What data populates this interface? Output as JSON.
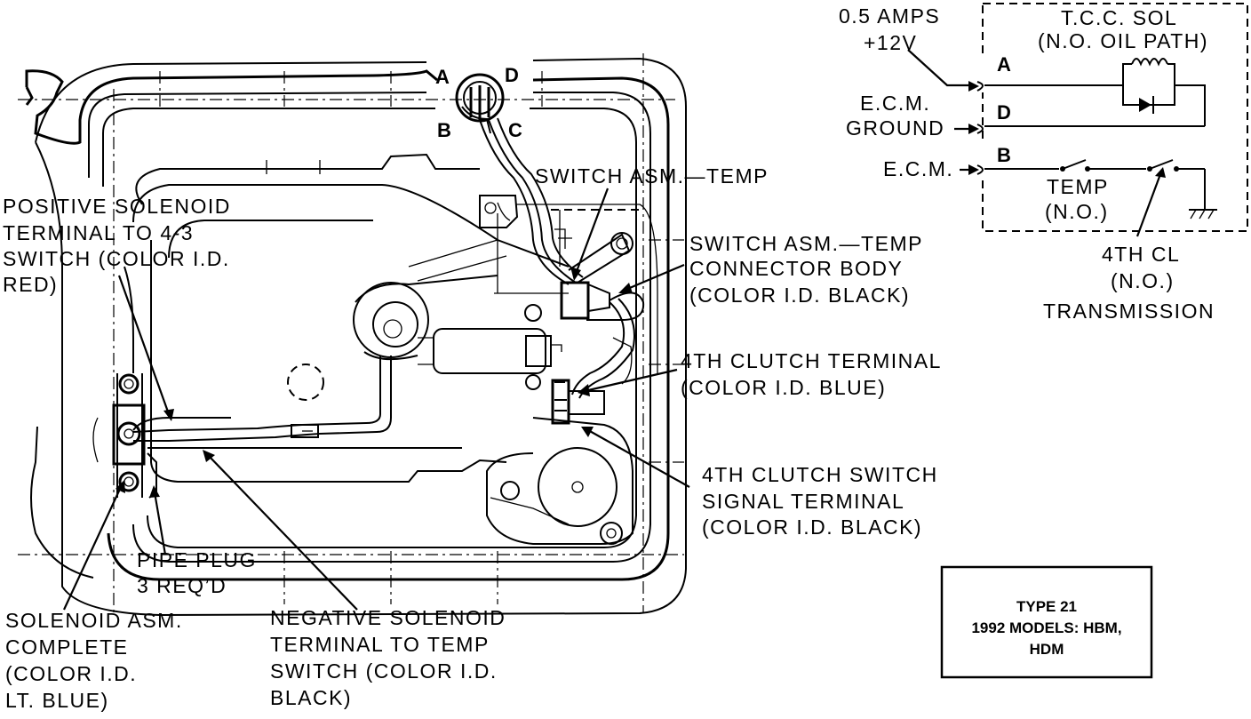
{
  "pan_labels": {
    "switch_temp": [
      "SWITCH ASM.—TEMP"
    ],
    "connector_body": [
      "SWITCH ASM.—TEMP",
      "CONNECTOR BODY",
      "(COLOR I.D. BLACK)"
    ],
    "positive_terminal": [
      "POSITIVE SOLENOID",
      "TERMINAL TO 4-3",
      "SWITCH (COLOR I.D.",
      "RED)"
    ],
    "clutch_terminal": [
      "4TH CLUTCH TERMINAL",
      "(COLOR I.D. BLUE)"
    ],
    "clutch_switch_signal": [
      "4TH CLUTCH SWITCH",
      "SIGNAL TERMINAL",
      "(COLOR I.D. BLACK)"
    ],
    "pipe_plug": [
      "PIPE PLUG",
      "3 REQ’D"
    ],
    "solenoid_asm": [
      "SOLENOID ASM.",
      "COMPLETE",
      "(COLOR I.D.",
      "LT. BLUE)"
    ],
    "negative_terminal": [
      "NEGATIVE SOLENOID",
      "TERMINAL TO TEMP",
      "SWITCH (COLOR I.D.",
      "BLACK)"
    ]
  },
  "connector_pins": [
    "A",
    "D",
    "B",
    "C"
  ],
  "schematic": {
    "supply": [
      "0.5 AMPS",
      "+12V"
    ],
    "ecm_ground": [
      "E.C.M.",
      "GROUND"
    ],
    "ecm": "E.C.M.",
    "solenoid_title": [
      "T.C.C. SOL",
      "(N.O. OIL PATH)"
    ],
    "pins": [
      "A",
      "D",
      "B"
    ],
    "temp_switch": [
      "TEMP",
      "(N.O.)"
    ],
    "clutch_switch": [
      "4TH CL",
      "(N.O.)",
      "TRANSMISSION"
    ]
  },
  "type_box": [
    "TYPE 21",
    "1992 MODELS: HBM,",
    "HDM"
  ]
}
